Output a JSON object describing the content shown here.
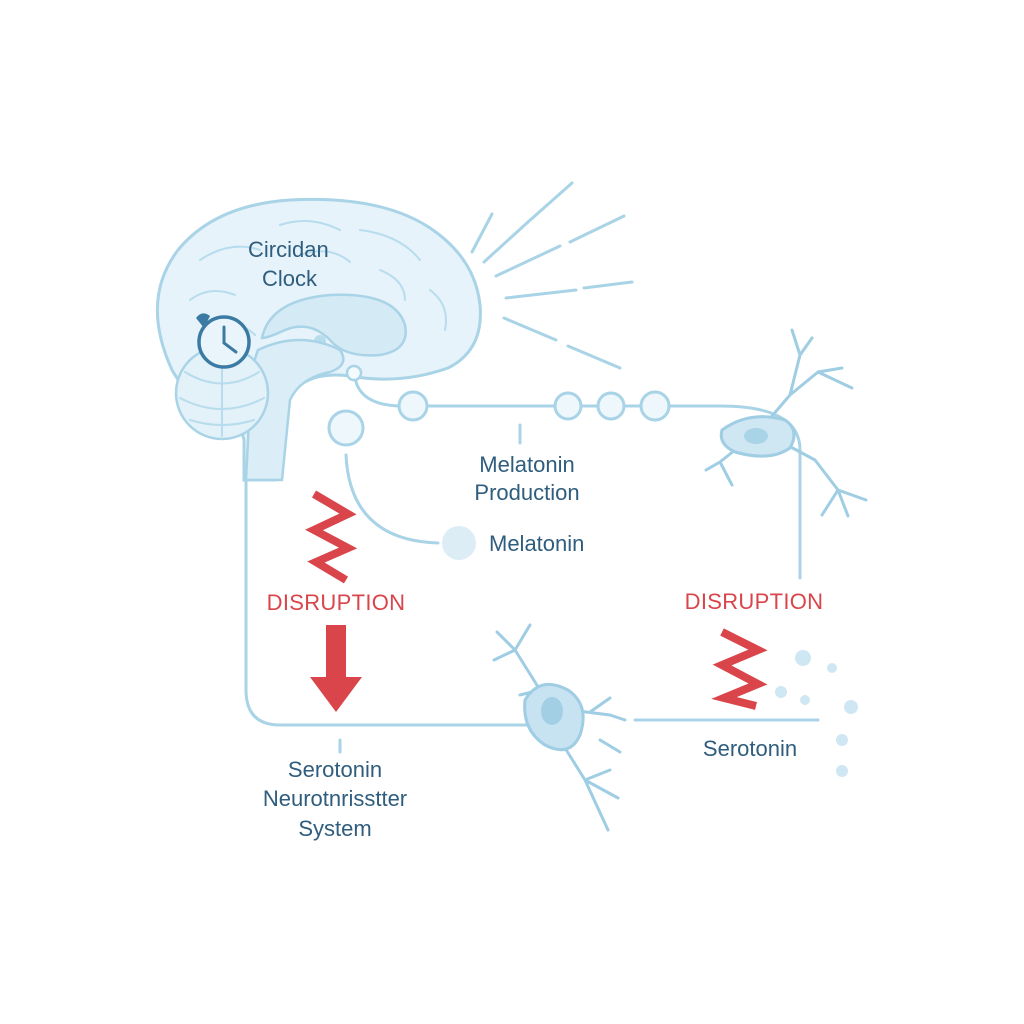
{
  "labels": {
    "circadian_clock_line1": "Circidan",
    "circadian_clock_line2": "Clock",
    "melatonin_production_line1": "Melatonin",
    "melatonin_production_line2": "Production",
    "melatonin": "Melatonin",
    "disruption_left": "DISRUPTION",
    "disruption_right": "DISRUPTION",
    "serotonin": "Serotonin",
    "serotonin_system_line1": "Serotonin",
    "serotonin_system_line2": "Neurotnrisstter",
    "serotonin_system_line3": "System"
  },
  "colors": {
    "line": "#a9d3e6",
    "text": "#2f5d7e",
    "disruption": "#d9454a",
    "clock": "#3b7aa3"
  },
  "icons": {
    "clock": "clock-icon",
    "brain": "brain-icon",
    "neuron": "neuron-icon",
    "zigzag": "zigzag-icon",
    "arrow": "arrow-down-icon"
  }
}
